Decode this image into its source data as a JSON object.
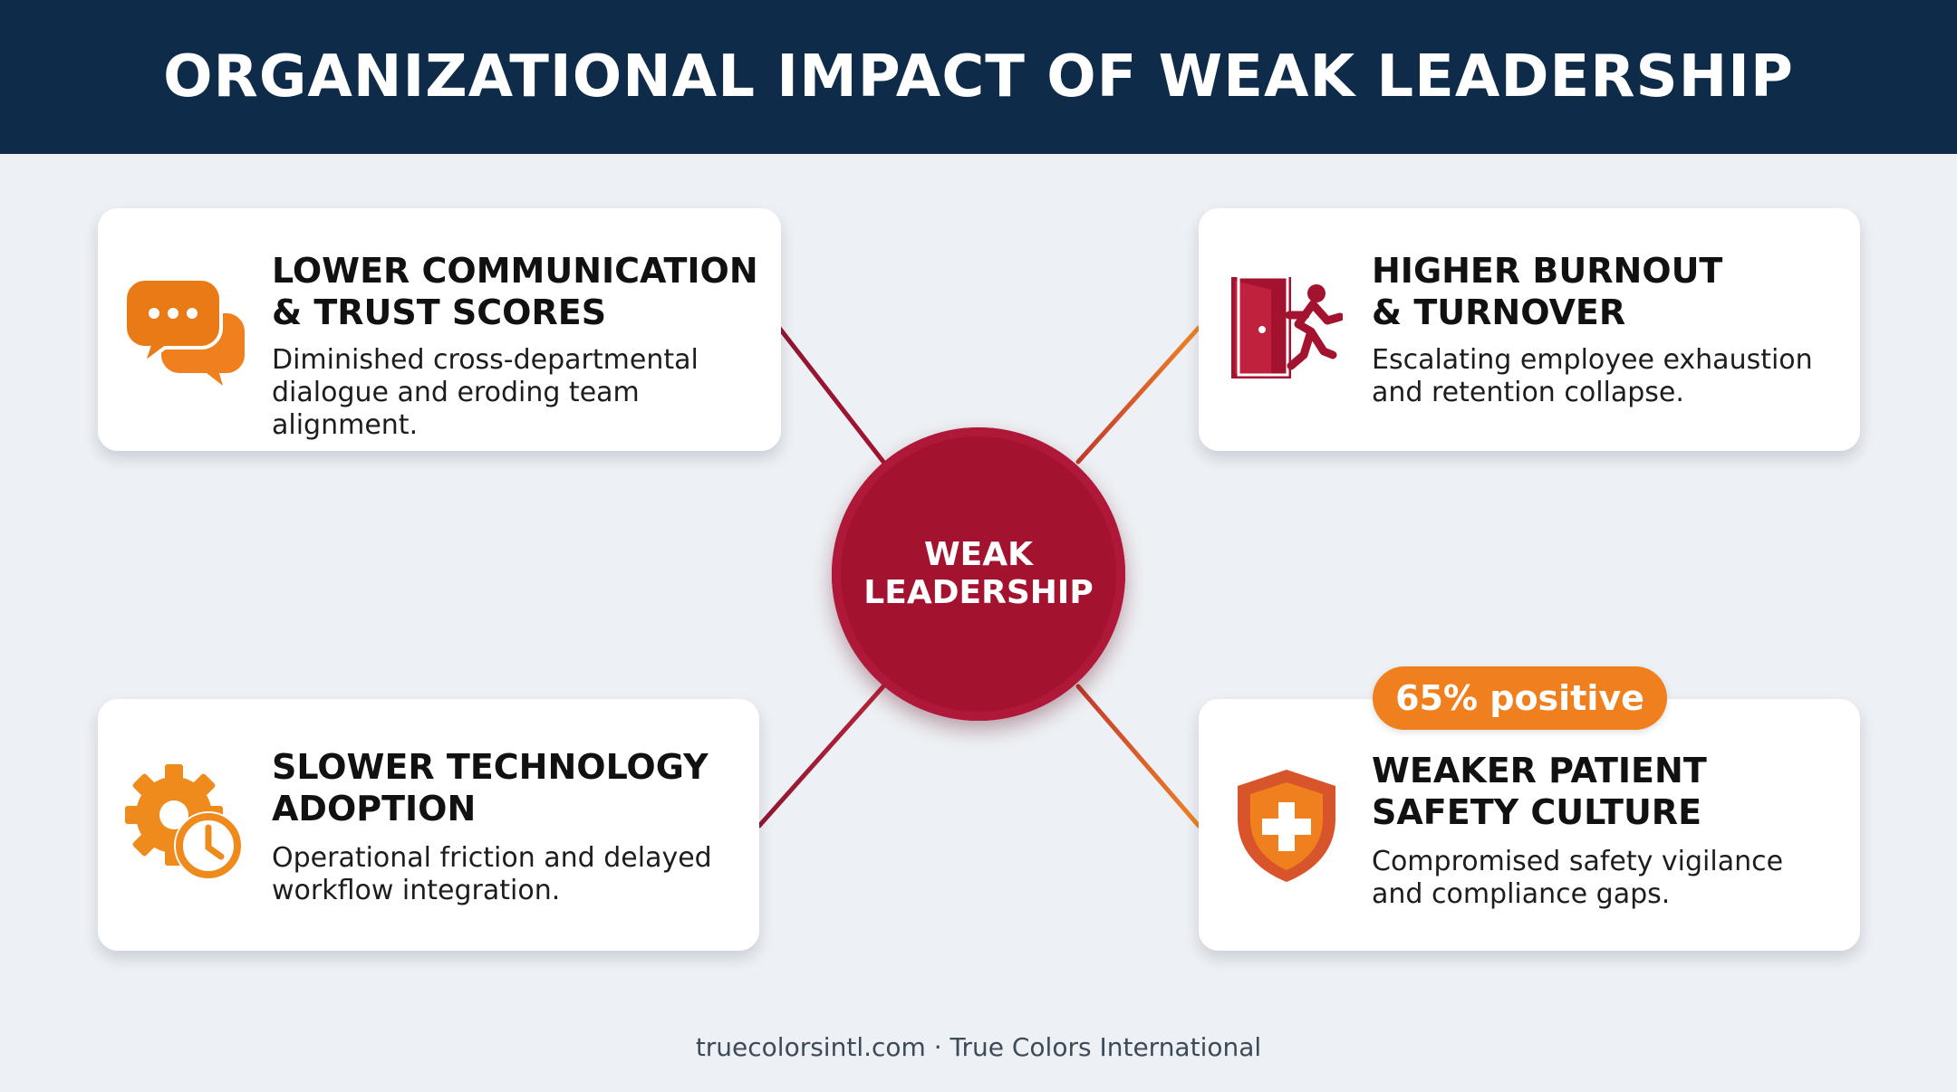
{
  "title": "ORGANIZATIONAL IMPACT OF WEAK LEADERSHIP",
  "hub": {
    "label": "WEAK\nLEADERSHIP",
    "color": "#a3132f"
  },
  "cards": {
    "communication": {
      "icon": "chat-bubbles-icon",
      "title": "LOWER COMMUNICATION\n& TRUST SCORES",
      "description": "Diminished cross-departmental\ndialogue and eroding team alignment."
    },
    "burnout": {
      "icon": "exit-door-running-icon",
      "title": "HIGHER BURNOUT\n& TURNOVER",
      "description": "Escalating employee exhaustion\nand retention collapse."
    },
    "technology": {
      "icon": "gear-clock-icon",
      "title": "SLOWER TECHNOLOGY\nADOPTION",
      "description": "Operational friction and delayed\nworkflow integration."
    },
    "safety": {
      "icon": "shield-cross-icon",
      "title": "WEAKER PATIENT\nSAFETY CULTURE",
      "description": "Compromised safety vigilance\nand compliance gaps.",
      "badge": "65% positive"
    }
  },
  "footer": "truecolorsintl.com · True Colors International",
  "colors": {
    "header": "#0f2b4a",
    "accent_orange": "#f07f1e",
    "accent_red": "#a3132f",
    "background": "#edf0f4"
  }
}
